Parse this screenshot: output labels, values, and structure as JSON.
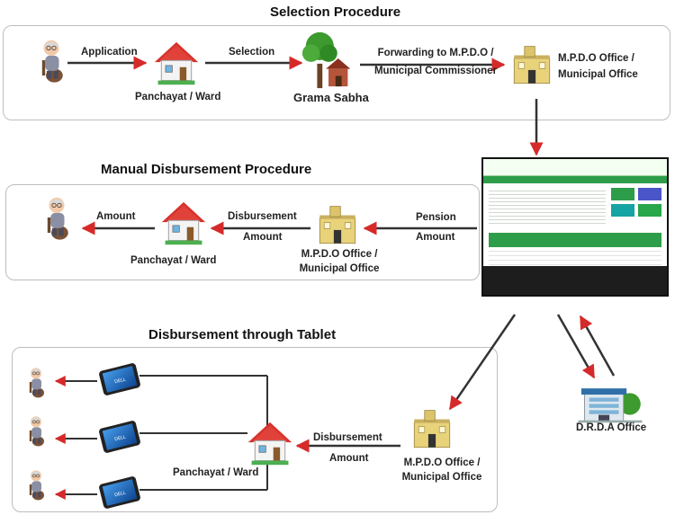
{
  "sections": {
    "selection": {
      "title": "Selection Procedure",
      "application_label": "Application",
      "selection_label": "Selection",
      "panchayat_label": "Panchayat / Ward",
      "grama_sabha_label": "Grama Sabha",
      "forwarding_label_1": "Forwarding to M.P.D.O /",
      "forwarding_label_2": "Municipal Commissioner",
      "mpdo_label_1": "M.P.D.O Office /",
      "mpdo_label_2": "Municipal Office"
    },
    "manual": {
      "title": "Manual Disbursement Procedure",
      "amount_label": "Amount",
      "disbursement_label": "Disbursement",
      "amount_label_2": "Amount",
      "panchayat_label": "Panchayat / Ward",
      "mpdo_label_1": "M.P.D.O Office /",
      "mpdo_label_2": "Municipal Office",
      "pension_label": "Pension",
      "amount_label_3": "Amount"
    },
    "tablet": {
      "title": "Disbursement through Tablet",
      "disbursement_label": "Disbursement",
      "amount_label": "Amount",
      "panchayat_label": "Panchayat / Ward",
      "mpdo_label_1": "M.P.D.O Office /",
      "mpdo_label_2": "Municipal Office"
    },
    "drda": {
      "label": "D.R.D.A Office"
    }
  },
  "colors": {
    "arrow_red": "#d62a2a",
    "line_dark": "#333333",
    "site_green": "#2e9d4a",
    "office_yellow": "#e8d27a",
    "roof_red": "#d8322c"
  },
  "icons": [
    "elderly-person-icon",
    "house-icon",
    "tree-house-icon",
    "office-building-icon",
    "website-screenshot",
    "tablet-icon",
    "drda-building-icon"
  ]
}
